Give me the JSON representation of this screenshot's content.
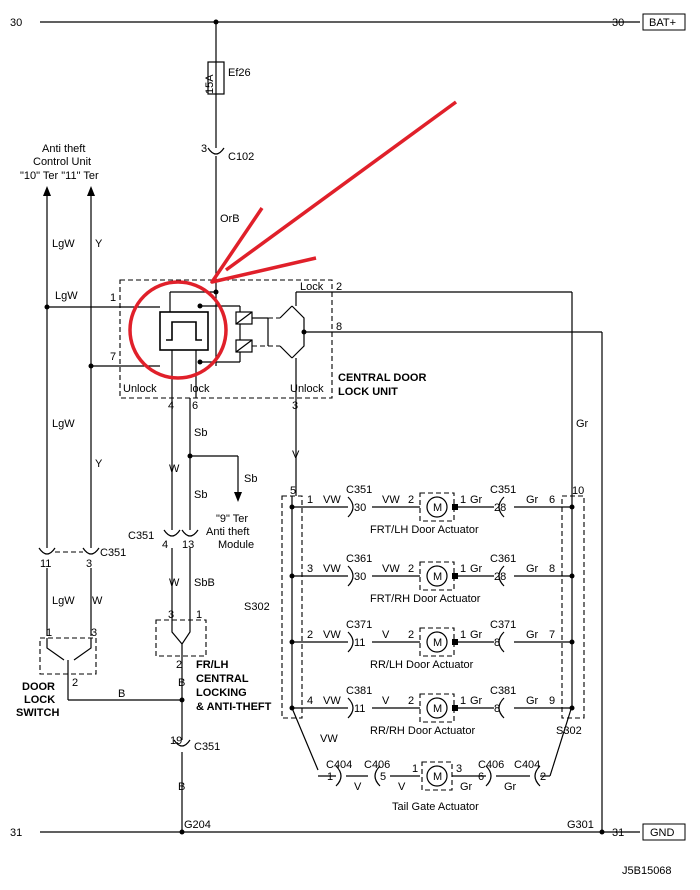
{
  "rails": {
    "top_left": "30",
    "top_right": "30",
    "top_label": "BAT+",
    "bottom_left": "31",
    "bottom_right": "31",
    "bottom_label": "GND"
  },
  "fuse": {
    "name": "Ef26",
    "rating": "15A"
  },
  "top_connector": {
    "pin": "3",
    "name": "C102"
  },
  "wire_orb": "OrB",
  "antitheft_unit": {
    "line1": "Anti theft",
    "line2": "Control Unit",
    "line3": "\"10\" Ter \"11\" Ter"
  },
  "lock_unit": {
    "line1": "CENTRAL DOOR",
    "line2": "LOCK UNIT",
    "pin1": "1",
    "pin7": "7",
    "pin2": "2",
    "pin8": "8",
    "pin4": "4",
    "pin6": "6",
    "pin3": "3",
    "lock_top": "Lock",
    "unlock_left": "Unlock",
    "lock_bottom": "lock",
    "unlock_right": "Unlock"
  },
  "wires": {
    "lgw": "LgW",
    "y": "Y",
    "w": "W",
    "sb": "Sb",
    "sbb": "SbB",
    "b": "B",
    "v": "V",
    "vw": "VW",
    "gr": "Gr"
  },
  "module": {
    "line1": "\"9\" Ter",
    "line2": "Anti theft",
    "line3": "Module"
  },
  "c351_left": {
    "name": "C351",
    "pin_a": "11",
    "pin_b": "3"
  },
  "c351_mid": {
    "name": "C351",
    "pin_a": "4",
    "pin_b": "13"
  },
  "c351_bottom": {
    "pin": "19",
    "name": "C351"
  },
  "door_switch": {
    "line1": "DOOR",
    "line2": "LOCK",
    "line3": "SWITCH",
    "pin1": "1",
    "pin3": "3",
    "pin2": "2"
  },
  "frlh_switch": {
    "line1": "FR/LH",
    "line2": "CENTRAL",
    "line3": "LOCKING",
    "line4": "& ANTI-THEFT",
    "pin3": "3",
    "pin1": "1",
    "pin2": "2"
  },
  "splices": {
    "s302_left": "S302",
    "s302_right": "S302",
    "pin5": "5",
    "pin10": "10"
  },
  "actuators": [
    {
      "name": "FRT/LH Door Actuator",
      "left_pin": "1",
      "left_wire": "VW",
      "left_conn": "C351",
      "left_conn_pin": "30",
      "motor_left_wire": "VW",
      "motor_left_pin": "2",
      "motor_right_pin": "1",
      "motor_right_wire": "Gr",
      "right_conn": "C351",
      "right_conn_pin": "28",
      "right_wire": "Gr",
      "right_pin": "6"
    },
    {
      "name": "FRT/RH Door Actuator",
      "left_pin": "3",
      "left_wire": "VW",
      "left_conn": "C361",
      "left_conn_pin": "30",
      "motor_left_wire": "VW",
      "motor_left_pin": "2",
      "motor_right_pin": "1",
      "motor_right_wire": "Gr",
      "right_conn": "C361",
      "right_conn_pin": "28",
      "right_wire": "Gr",
      "right_pin": "8"
    },
    {
      "name": "RR/LH Door Actuator",
      "left_pin": "2",
      "left_wire": "VW",
      "left_conn": "C371",
      "left_conn_pin": "11",
      "motor_left_wire": "V",
      "motor_left_pin": "2",
      "motor_right_pin": "1",
      "motor_right_wire": "Gr",
      "right_conn": "C371",
      "right_conn_pin": "8",
      "right_wire": "Gr",
      "right_pin": "7"
    },
    {
      "name": "RR/RH Door Actuator",
      "left_pin": "4",
      "left_wire": "VW",
      "left_conn": "C381",
      "left_conn_pin": "11",
      "motor_left_wire": "V",
      "motor_left_pin": "2",
      "motor_right_pin": "1",
      "motor_right_wire": "Gr",
      "right_conn": "C381",
      "right_conn_pin": "8",
      "right_wire": "Gr",
      "right_pin": "9"
    }
  ],
  "tailgate": {
    "name": "Tail Gate Actuator",
    "c404_left": "C404",
    "c406_left": "C406",
    "c406_right": "C406",
    "c404_right": "C404",
    "p1": "1",
    "p5": "5",
    "m1": "1",
    "m3": "3",
    "p6": "6",
    "p2": "2",
    "w1": "V",
    "w2": "V",
    "w3": "Gr",
    "w4": "Gr",
    "wire_vw": "VW"
  },
  "motor_symbol": "M",
  "grounds": {
    "left": "G204",
    "right": "G301"
  },
  "code": "J5B15068",
  "colors": {
    "annotation": "#e0202a",
    "line": "#000000"
  }
}
